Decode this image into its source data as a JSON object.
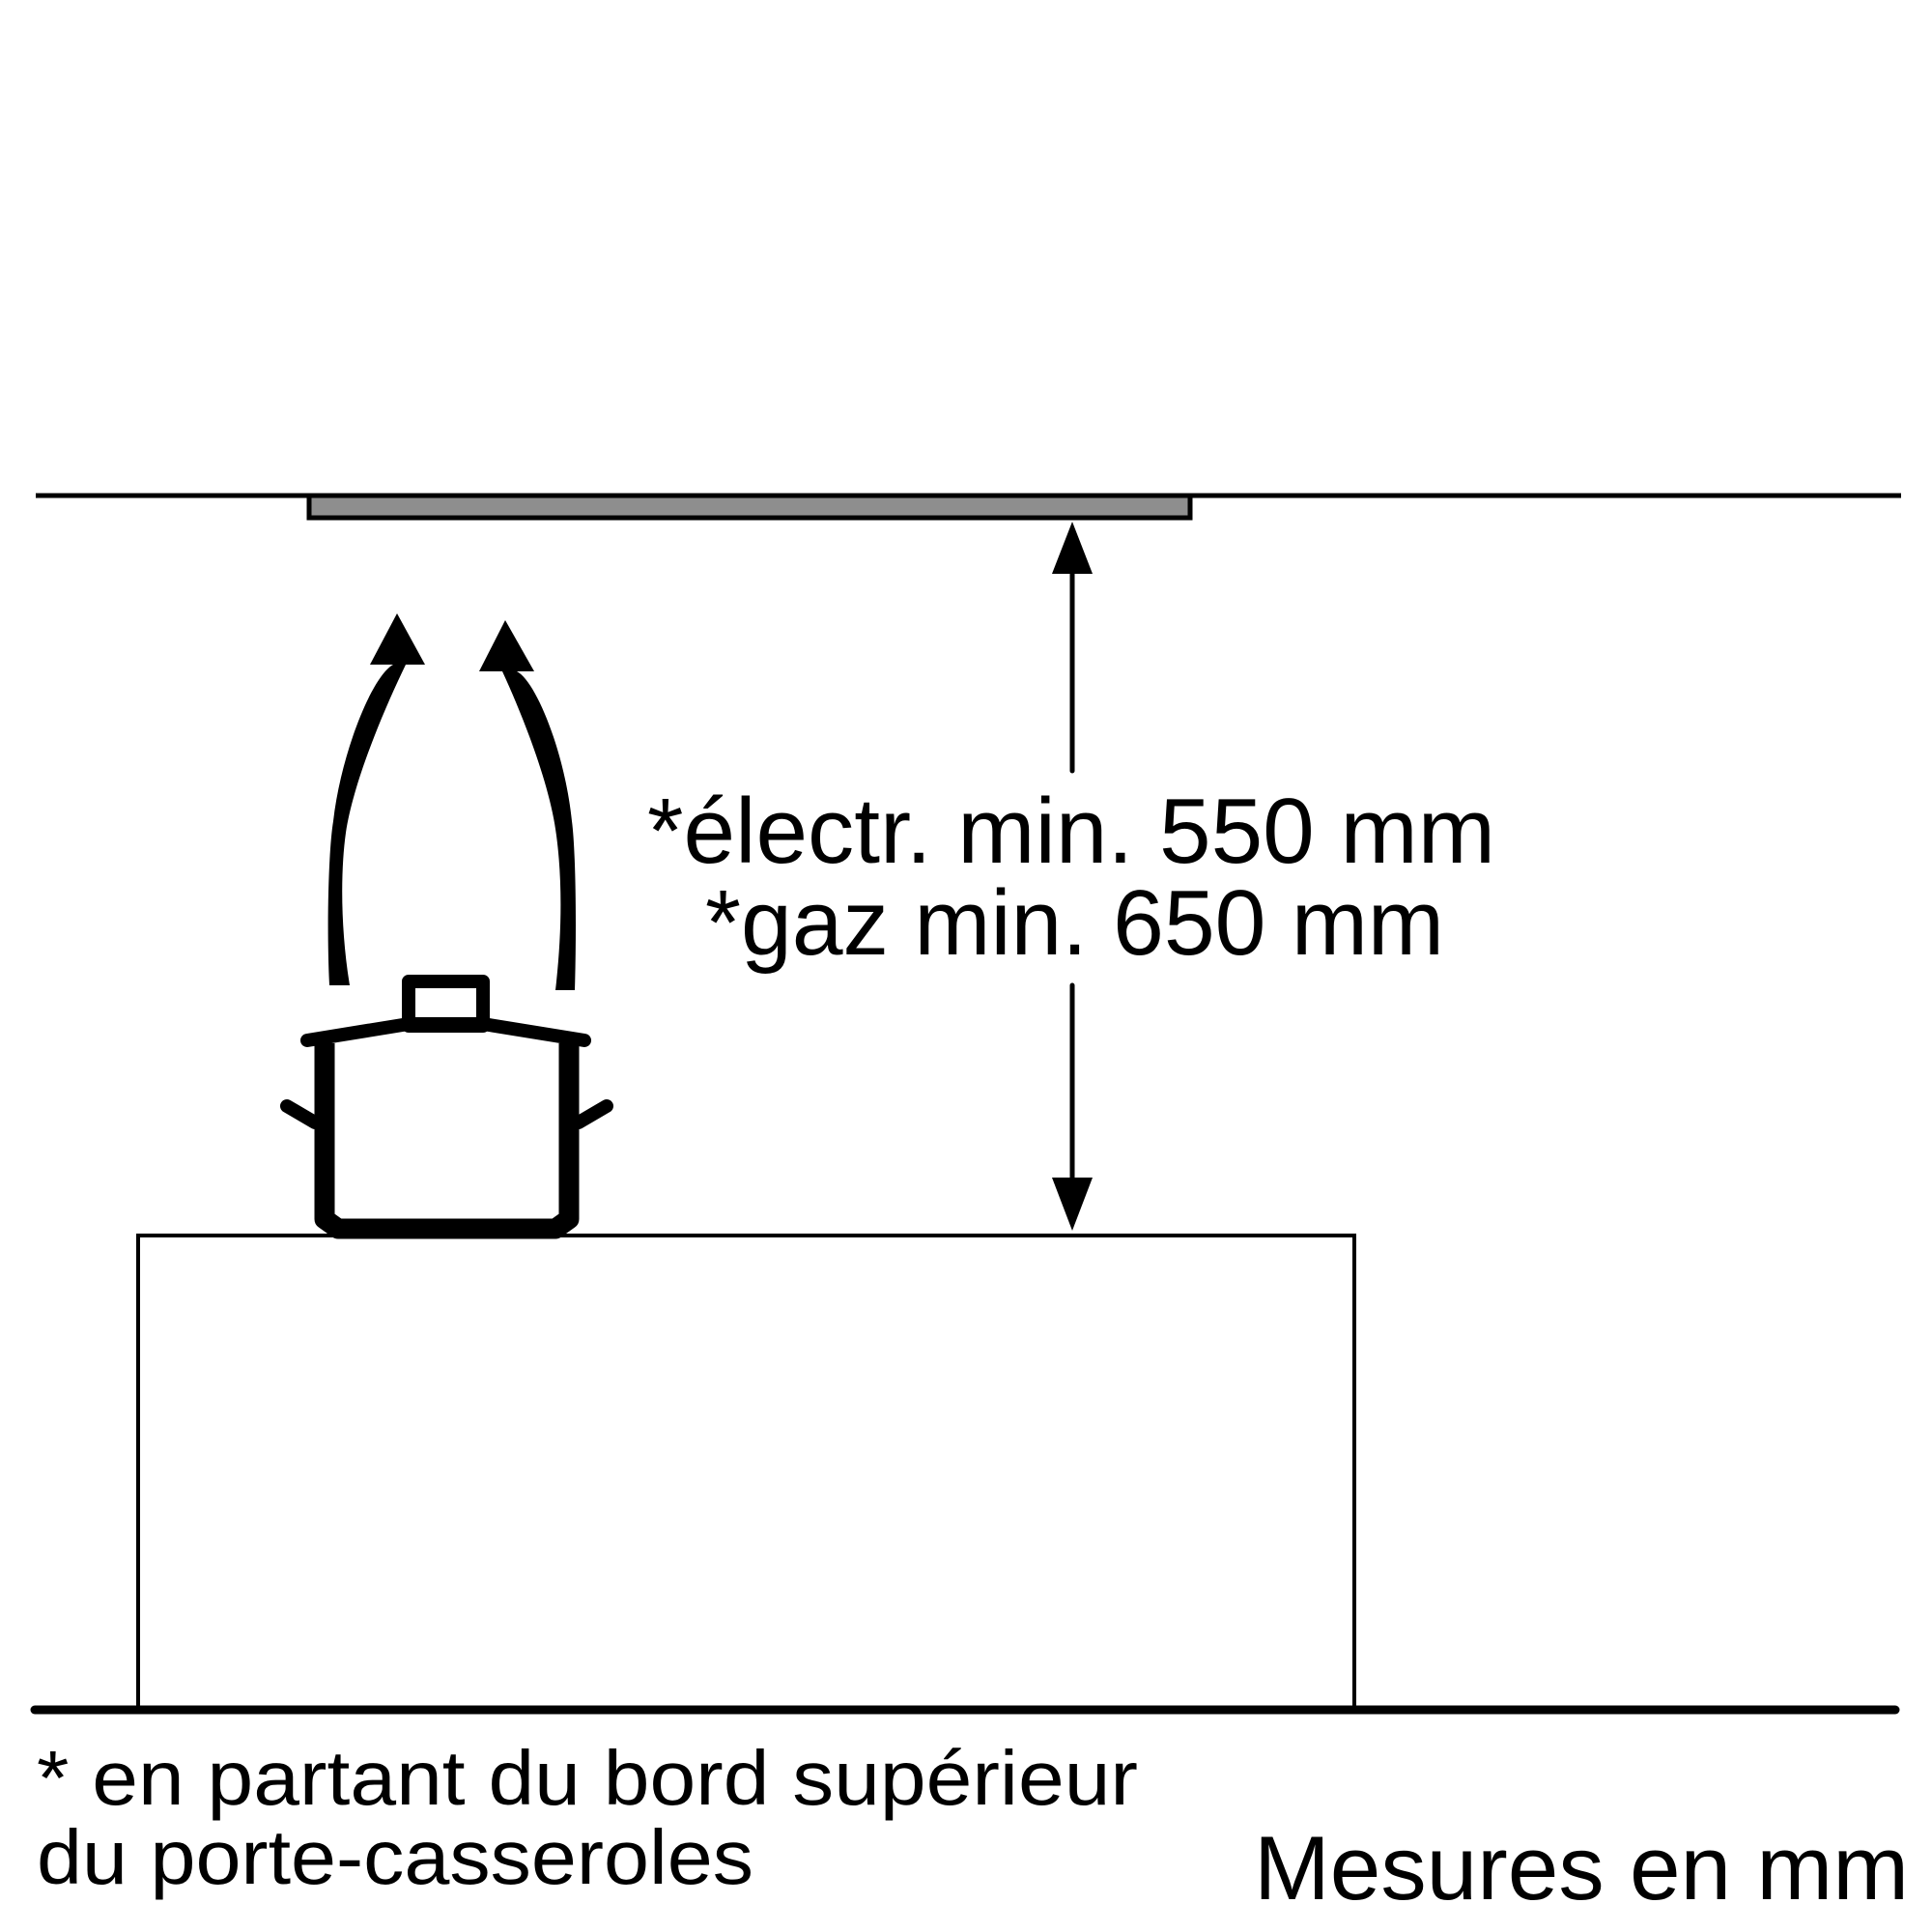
{
  "diagram": {
    "type": "installation-clearance",
    "subject": "ceiling hood above cooktop",
    "colors": {
      "background": "#ffffff",
      "line": "#000000",
      "hood_fill": "#8e8e8e"
    },
    "dimension": {
      "line1": "*électr. min. 550 mm",
      "line2": "*gaz min. 650 mm",
      "electric_min_mm": 550,
      "gas_min_mm": 650
    },
    "footnote": {
      "line1": "* en partant du bord supérieur",
      "line2": "du porte-casseroles"
    },
    "units_note": "Mesures en mm",
    "elements": {
      "ceiling": "ceiling-line",
      "hood": "ceiling-hood-panel",
      "cooktop": "counter-cabinet",
      "pot": "cooking-pot-icon",
      "steam": [
        "steam-arrow-left-icon",
        "steam-arrow-right-icon"
      ],
      "floor": "floor-line"
    }
  }
}
